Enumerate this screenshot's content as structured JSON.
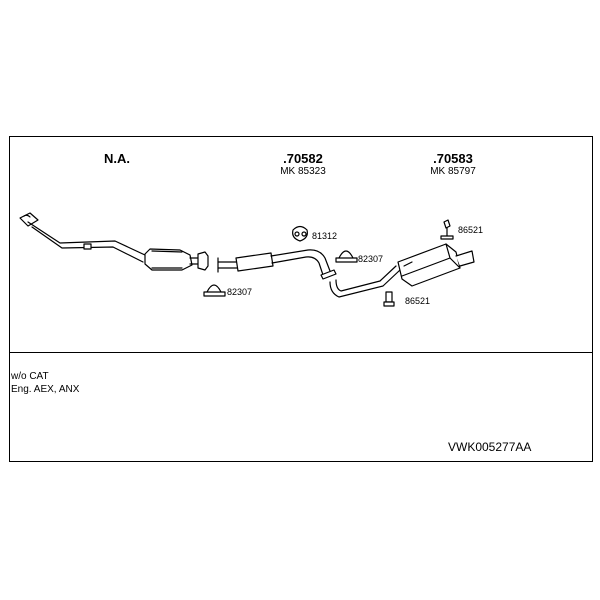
{
  "headers": [
    {
      "key": "na",
      "title": "N.A.",
      "subtitle": ""
    },
    {
      "key": "front",
      "title": ".70582",
      "subtitle": "MK 85323"
    },
    {
      "key": "rear",
      "title": ".70583",
      "subtitle": "MK 85797"
    }
  ],
  "part_labels": {
    "clamp_front": "82307",
    "hanger_mid": "81312",
    "clamp_mid": "82307",
    "hanger_top": "86521",
    "hanger_bottom": "86521"
  },
  "notes": {
    "line1": "w/o CAT",
    "line2": "Eng. AEX, ANX"
  },
  "kit_code": "VWK005277AA"
}
